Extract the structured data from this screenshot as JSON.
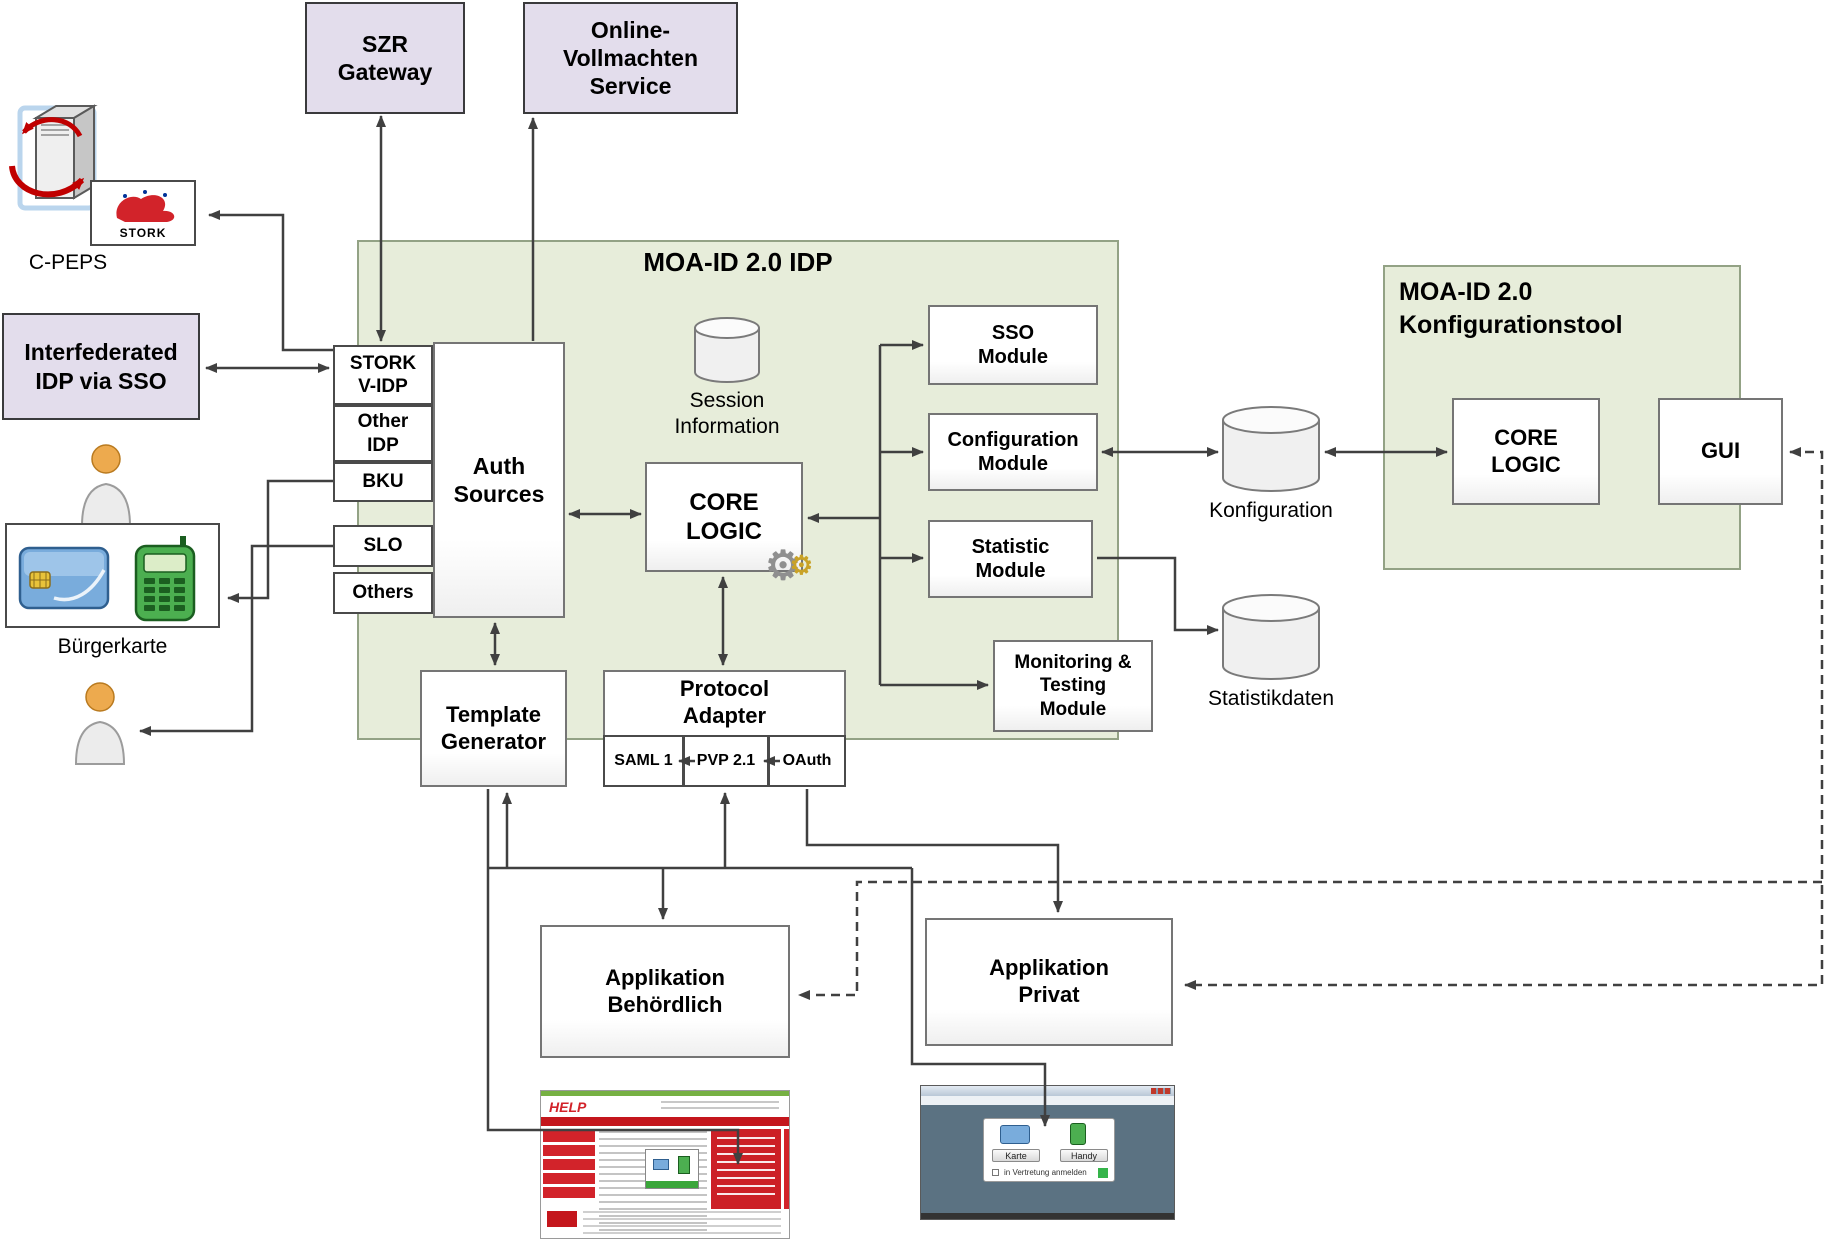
{
  "colors": {
    "panel_green": "#E7EDDA",
    "box_lavender": "#E3DDEC",
    "arrow_gray": "#404040",
    "brand_red": "#C00000",
    "card_blue": "#79ACDC",
    "phone_green": "#4CAF50"
  },
  "external": {
    "szr_gateway": "SZR\nGateway",
    "online_vollmachten": "Online-\nVollmachten\nService",
    "cpeps_label": "C-PEPS",
    "stork_logo": "STORK",
    "interfederated": "Interfederated\nIDP via SSO",
    "buergerkarte_label": "Bürgerkarte"
  },
  "idp": {
    "title": "MOA-ID 2.0 IDP",
    "auth_stack": [
      "STORK\nV-IDP",
      "Other\nIDP",
      "BKU",
      "SLO",
      "Others"
    ],
    "auth_sources": "Auth\nSources",
    "session_information": "Session\nInformation",
    "core_logic": "CORE\nLOGIC",
    "modules": [
      "SSO\nModule",
      "Configuration\nModule",
      "Statistic\nModule",
      "Monitoring &\nTesting\nModule"
    ],
    "template_generator": "Template\nGenerator",
    "protocol_adapter": "Protocol\nAdapter",
    "protocols": [
      "SAML 1",
      "PVP 2.1",
      "OAuth"
    ]
  },
  "konfigtool": {
    "title": "MOA-ID 2.0\nKonfigurationstool",
    "core_logic": "CORE\nLOGIC",
    "gui": "GUI"
  },
  "datastores": {
    "konfiguration": "Konfiguration",
    "statistikdaten": "Statistikdaten"
  },
  "applications": {
    "behoerdlich": "Applikation\nBehördlich",
    "privat": "Applikation\nPrivat"
  },
  "screenshots": {
    "help_logo": "HELP",
    "karte_button": "Karte",
    "handy_button": "Handy",
    "vertretung_checkbox": "in Vertretung anmelden"
  },
  "icons": {
    "gear": "⚙"
  }
}
